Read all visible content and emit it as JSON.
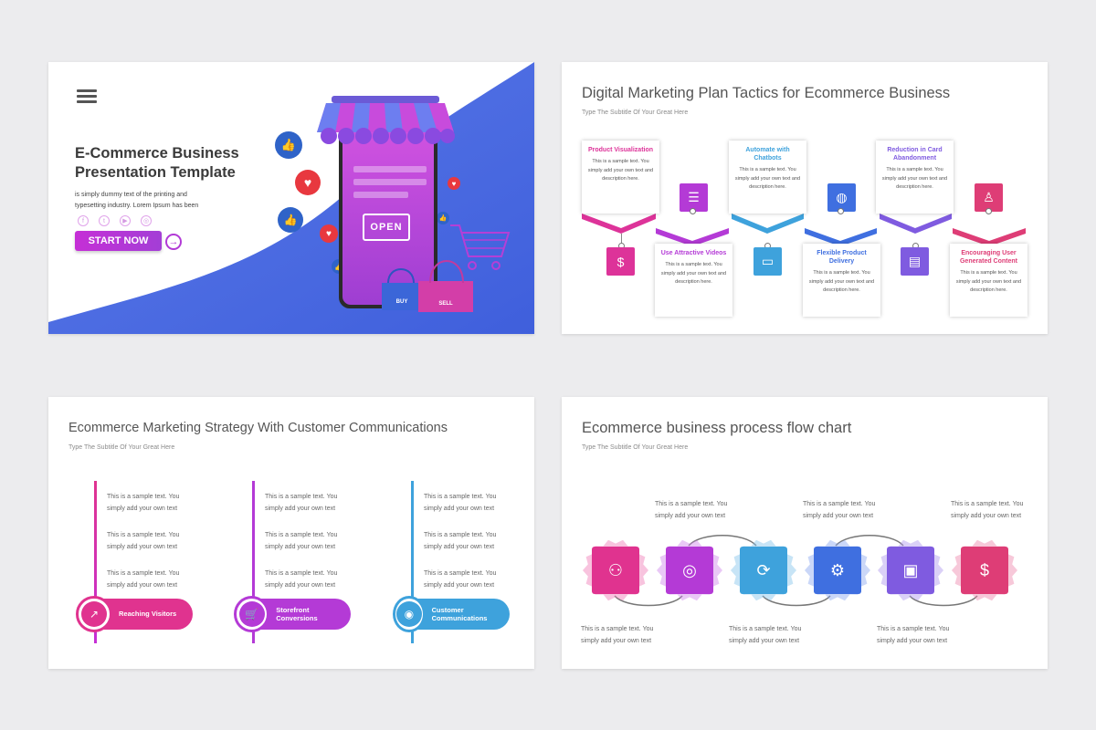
{
  "colors": {
    "magenta": "#e0338f",
    "purple": "#b43ad6",
    "blue": "#3f6fe0",
    "cyan": "#3ea2dc",
    "violet": "#7f5be0",
    "rose": "#de3d76",
    "pink": "#c52fd6"
  },
  "slide1": {
    "title": "E-Commerce Business Presentation Template",
    "description": "is simply dummy text of the printing and typesetting industry. Lorem Ipsum has been",
    "social_icons": [
      "facebook-icon",
      "twitter-icon",
      "youtube-icon",
      "instagram-icon"
    ],
    "social_glyphs": [
      "f",
      "t",
      "▶",
      "◎"
    ],
    "start_label": "START NOW",
    "arrow_glyph": "→",
    "open_sign": "OPEN",
    "bag_buy": "BUY",
    "bag_sell": "SELL",
    "like_glyph": "👍",
    "heart_glyph": "♥"
  },
  "slide2": {
    "title": "Digital Marketing Plan Tactics for Ecommerce Business",
    "subtitle": "Type The Subtitle Of Your Great Here",
    "items": [
      {
        "title": "Product Visualization",
        "text": "This is a sample text. You simply add your own text and description here.",
        "icon": "shopping-bag-icon",
        "glyph": "$"
      },
      {
        "title": "Use Attractive Videos",
        "text": "This is a sample text. You simply add your own text and description here.",
        "icon": "team-presentation-icon",
        "glyph": "☰"
      },
      {
        "title": "Automate with Chatbots",
        "text": "This is a sample text. You simply add your own text and description here.",
        "icon": "monitor-icon",
        "glyph": "▭"
      },
      {
        "title": "Flexible Product Delivery",
        "text": "This is a sample text. You simply add your own text and description here.",
        "icon": "globe-icon",
        "glyph": "◍"
      },
      {
        "title": "Reduction in Card Abandonment",
        "text": "This is a sample text. You simply add your own text and description here.",
        "icon": "id-card-icon",
        "glyph": "▤"
      },
      {
        "title": "Encouraging User Generated Content",
        "text": "This is a sample text. You simply add your own text and description here.",
        "icon": "users-icon",
        "glyph": "♙"
      }
    ]
  },
  "slide3": {
    "title": "Ecommerce Marketing Strategy With Customer Communications",
    "subtitle": "Type The Subtitle Of Your Great Here",
    "columns": [
      {
        "lines": [
          "This is a sample text. You simply add your own text",
          "This is a sample text. You simply add your own text",
          "This is a sample text. You simply add your own text"
        ],
        "label": "Reaching Visitors",
        "icon": "chart-icon",
        "glyph": "↗"
      },
      {
        "lines": [
          "This is a sample text. You simply add your own text",
          "This is a sample text. You simply add your own text",
          "This is a sample text. You simply add your own text"
        ],
        "label": "Storefront Conversions",
        "icon": "cart-icon",
        "glyph": "🛒"
      },
      {
        "lines": [
          "This is a sample text. You simply add your own text",
          "This is a sample text. You simply add your own text",
          "This is a sample text. You simply add your own text"
        ],
        "label": "Customer Communications",
        "icon": "network-user-icon",
        "glyph": "◉"
      }
    ]
  },
  "slide4": {
    "title": "Ecommerce business process flow chart",
    "subtitle": "Type The Subtitle Of Your Great Here",
    "top_texts": [
      "This is a sample text. You simply add your own text",
      "This is a sample text. You simply add your own text",
      "This is a sample text. You simply add your own text"
    ],
    "bottom_texts": [
      "This is a sample text. You simply add your own text",
      "This is a sample text. You simply add your own text",
      "This is a sample text. You simply add your own text"
    ],
    "nodes": [
      {
        "icon": "meeting-icon",
        "glyph": "⚇"
      },
      {
        "icon": "location-icon",
        "glyph": "◎"
      },
      {
        "icon": "clock-refresh-icon",
        "glyph": "⟳"
      },
      {
        "icon": "settings-icon",
        "glyph": "⚙"
      },
      {
        "icon": "browser-settings-icon",
        "glyph": "▣"
      },
      {
        "icon": "money-bag-icon",
        "glyph": "$"
      }
    ]
  }
}
